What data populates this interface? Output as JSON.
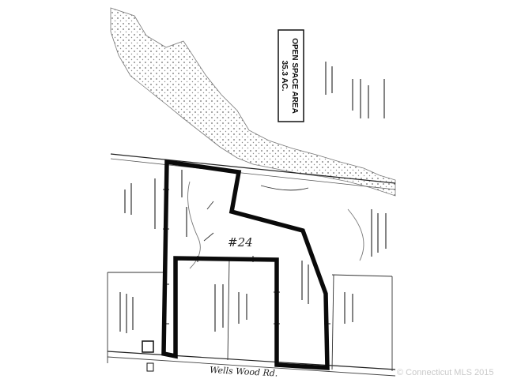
{
  "map": {
    "open_space_label_line1": "OPEN SPACE AREA",
    "open_space_label_line2": "35.3 AC.",
    "lot_number": "#24",
    "road_name": "Wells Wood Rd.",
    "watermark": "© Connecticut MLS 2015",
    "colors": {
      "paper": "#ffffff",
      "ink": "#111111",
      "boundary": "#0a0a0a",
      "stipple": "#6b6b6b",
      "watermark": "#c9c9c9"
    }
  }
}
